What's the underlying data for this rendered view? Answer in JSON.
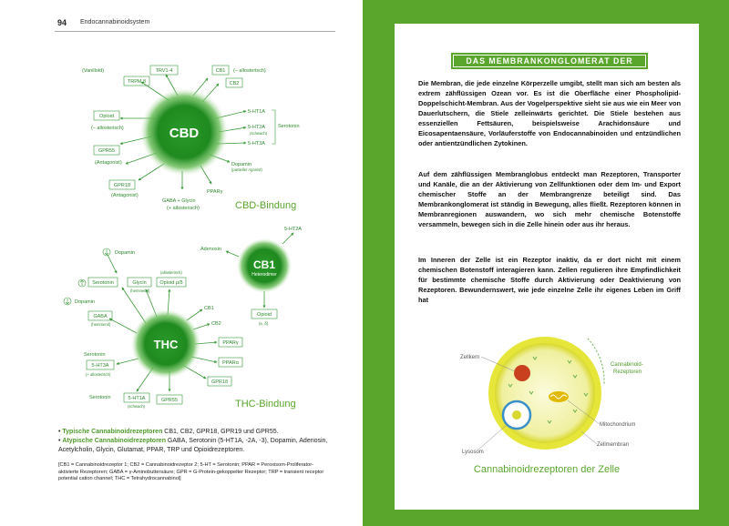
{
  "header": {
    "page_number": "94",
    "chapter": "Endocannabinoidsystem"
  },
  "cbd": {
    "center": "CBD",
    "caption": "CBD-Bindung",
    "vanilloid": "(Vanilloid)",
    "trpv1": "TRV1-4",
    "trpm8": "TRPM 8",
    "cb1": "CB1",
    "cb1_note": "(– allosterisch)",
    "cb2": "CB2",
    "opioid": "Opioid",
    "opioid_note": "(– allosterisch)",
    "gpr55": "GPR55",
    "gpr55_note": "(Antagonist)",
    "gpr18": "GPR18",
    "gpr18_note": "(Antagonist)",
    "ht1a": "5-HT1A",
    "ht2a": "5-HT2A",
    "ht2a_note": "(schwach)",
    "ht3a": "5-HT3A",
    "serotonin": "Serotonin",
    "dopamin": "Dopamin",
    "dopamin_note": "(partieller Agonist)",
    "ppar": "PPARγ",
    "gaba": "GABA + Glycin",
    "gaba_note": "(+ allosterisch)"
  },
  "cb1h": {
    "center": "CB1",
    "sub": "Heterodimer",
    "adenosin": "Adenosin",
    "ht2a": "5-HT2A",
    "opioid": "Opioid",
    "opioid_note": "(κ, δ)"
  },
  "thc": {
    "center": "THC",
    "caption": "THC-Bindung",
    "dopamin": "Dopamin",
    "serotonin": "Serotonin",
    "glycin": "Glycin",
    "glycin_note": "(hemmend)",
    "opioid": "Opioid μ/δ",
    "opioid_note": "(allosterisch)",
    "dopamin2": "Dopamin",
    "gaba": "GABA",
    "gaba_note": "(hemmend)",
    "cb1": "CB1",
    "cb2": "CB2",
    "ppary": "PPARγ",
    "ppara": "PPARα",
    "gpr18": "GPR18",
    "serotonin2": "Serotonin",
    "ht3a": "5-HT3A",
    "ht3a_note": "(+ allosterisch)",
    "serotonin3": "Serotonin",
    "ht1a": "5-HT1A",
    "ht1a_note": "(schwach)",
    "gpr55": "GPR55"
  },
  "bullets": [
    {
      "head": "Typische Cannabinoidrezeptoren",
      "text": " CB1, CB2, GPR18, GPR19 und GPR55."
    },
    {
      "head": "Atypische Cannabinoidrezeptoren",
      "text": " GABA, Serotonin (5-HT1A, -2A, -3), Dopamin, Adenosin, Acetylcholin, Glycin, Glutamat, PPAR, TRP und Opioidrezeptoren."
    }
  ],
  "footnote": "[CB1 = Cannabinoidrezeptor 1; CB2 = Cannabinoidrezeptor 2; 5-HT = Serotonin; PPAR = Peroxisom-Proliferator-aktivierte Rezeptoren; GABA = γ-Aminobuttersäure; GPR = G-Protein-gekoppelter Rezeptor; TRP = transient receptor potential cation channel; THC = Tetrahydrocannabinol]",
  "right": {
    "title": "DAS MEMBRANKONGLOMERAT DER ZELLE",
    "p1": "Die Membran, die jede einzelne Körperzelle umgibt, stellt man sich am besten als extrem zähflüssigen Ozean vor. Es ist die Oberfläche einer Phospholipid-Doppelschicht-Membran. Aus der Vogelperspektive sieht sie aus wie ein Meer von Dauerlutschern, die Stiele zelleinwärts gerichtet. Die Stiele bestehen aus essenziellen Fettsäuren, beispielsweise Arachidonsäure und Eicosapentaensäure, Vorläuferstoffe von Endocannabinoiden und entzündlichen oder antientzündlichen Zytokinen.",
    "p2": "Auf dem zähflüssigen Membranglobus entdeckt man Rezeptoren, Transporter und Kanäle, die an der Aktivierung von Zellfunktionen oder dem Im- und Export chemischer Stoffe an der Membrangrenze beteiligt sind. Das Membrankonglomerat ist ständig in Bewegung, alles fließt. Rezeptoren können in Membranregionen auswandern, wo sich mehr chemische Botenstoffe versammeln, bewegen sich in die Zelle hinein oder aus ihr heraus.",
    "p3": "Im Inneren der Zelle ist ein Rezeptor inaktiv, da er dort nicht mit einem chemischen Botenstoff interagieren kann. Zellen regulieren ihre Empfindlichkeit für bestimmte chemische Stoffe durch Aktivierung oder Deaktivierung von Rezeptoren. Bewundernswert, wie jede einzelne Zelle ihr eigenes Leben im Griff hat",
    "cell": {
      "zellkern": "Zellkern",
      "cannabinoid": "Cannabinoid-",
      "rezeptoren": "Rezeptoren",
      "mitochondrium": "Mitochondrium",
      "lysosom": "Lysosom",
      "zellmembran": "Zellmembran"
    },
    "caption": "Cannabinoidrezeptoren der Zelle"
  },
  "colors": {
    "green": "#5aa52c",
    "dark_green": "#1e7a1e",
    "red": "#c8401e",
    "yellow": "#d9d830",
    "blue": "#3a8fc8"
  }
}
